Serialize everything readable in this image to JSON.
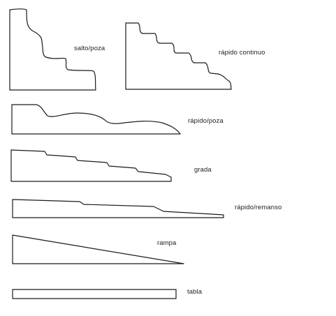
{
  "diagram": {
    "stroke_color": "#1a1a1a",
    "background": "#ffffff",
    "profiles": [
      {
        "id": "salto-poza",
        "label": "salto/poza"
      },
      {
        "id": "rapido-continuo",
        "label": "rápido continuo"
      },
      {
        "id": "rapido-poza",
        "label": "rápido/poza"
      },
      {
        "id": "grada",
        "label": "grada"
      },
      {
        "id": "rapido-remanso",
        "label": "rápido/remanso"
      },
      {
        "id": "rampa",
        "label": "rampa"
      },
      {
        "id": "tabla",
        "label": "tabla"
      }
    ]
  }
}
